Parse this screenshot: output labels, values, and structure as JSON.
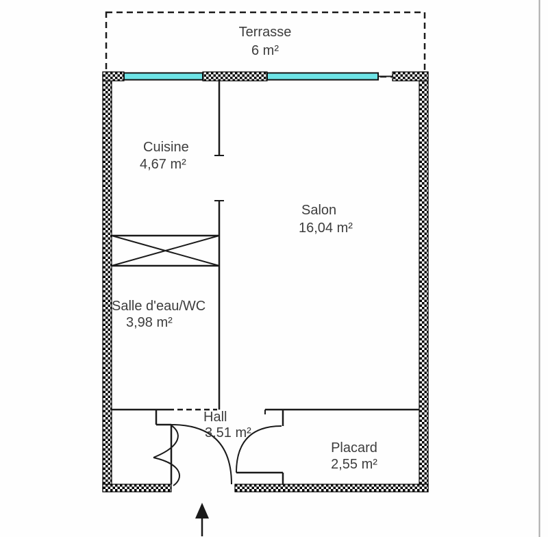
{
  "plan": {
    "rooms": {
      "terrasse": {
        "name": "Terrasse",
        "area": "6 m²"
      },
      "cuisine": {
        "name": "Cuisine",
        "area": "4,67 m²"
      },
      "salon": {
        "name": "Salon",
        "area": "16,04 m²"
      },
      "salle_eau": {
        "name": "Salle d'eau/WC",
        "area": "3,98 m²"
      },
      "hall": {
        "name": "Hall",
        "area": "3,51 m²"
      },
      "placard": {
        "name": "Placard",
        "area": "2,55 m²"
      }
    },
    "colors": {
      "window": "#6ee4e6",
      "wall_hatch": "#000000",
      "line": "#1a1a1a",
      "text": "#3d3d3d",
      "page_edge": "#a9a9a9"
    }
  }
}
